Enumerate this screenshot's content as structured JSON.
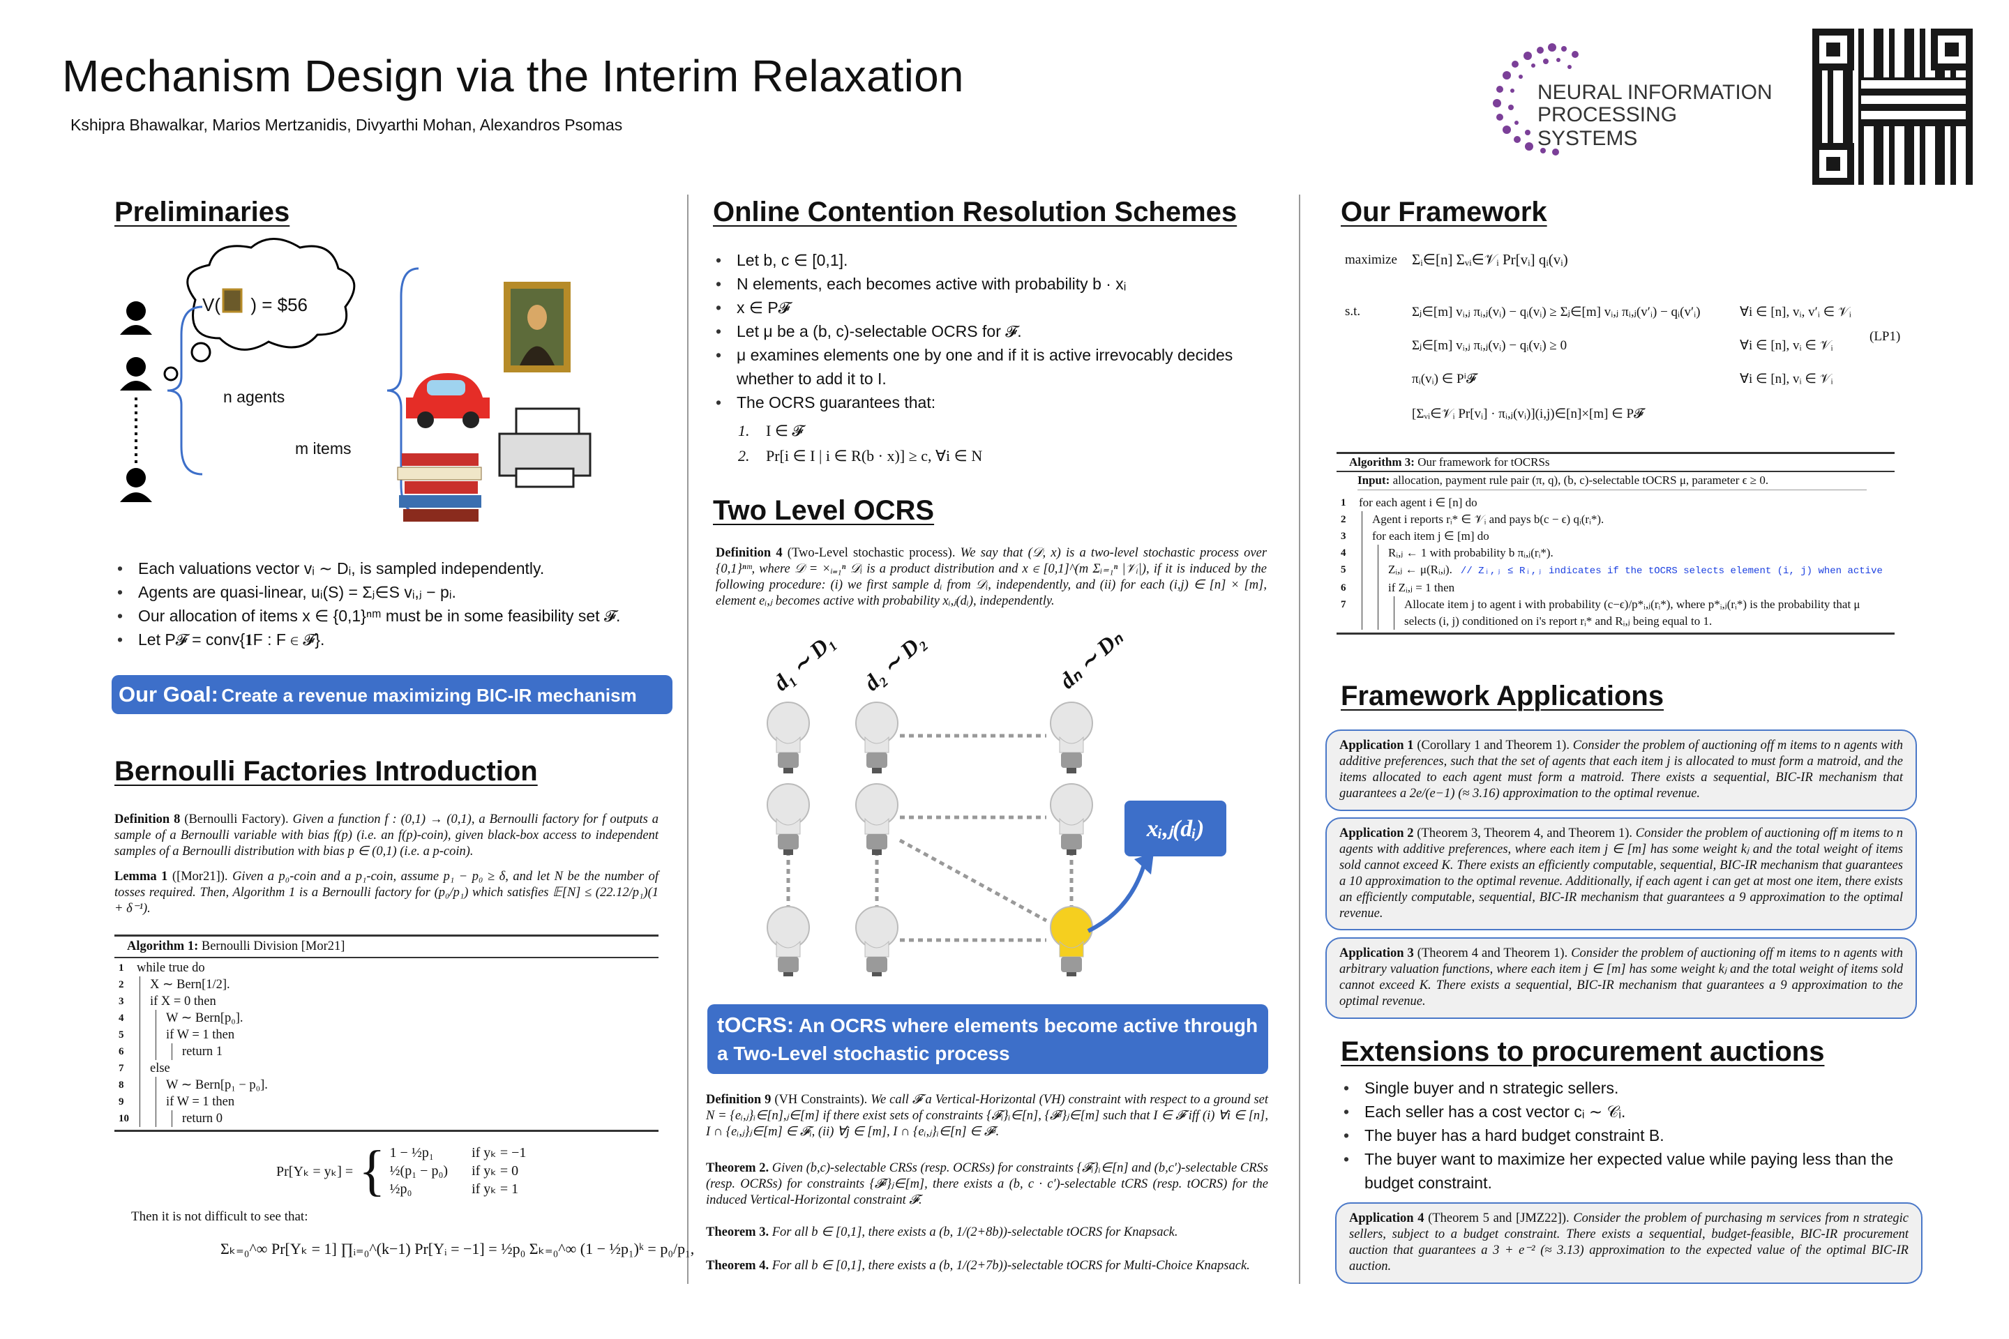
{
  "header": {
    "title": "Mechanism Design via the Interim Relaxation",
    "authors": "Kshipra Bhawalkar, Marios Mertzanidis, Divyarthi Mohan, Alexandros Psomas",
    "logo_text_line1": "NEURAL INFORMATION",
    "logo_text_line2": "PROCESSING SYSTEMS",
    "qr_icon": "qr-code-icon"
  },
  "colors": {
    "accent_blue": "#3d6fc9",
    "box_border": "#4a78c8",
    "logo_purple": "#7b3f98",
    "bulb_yellow": "#f5cf1f"
  },
  "preliminaries": {
    "heading": "Preliminaries",
    "figure": {
      "thought": "V(      ) = $56",
      "agents_label": "n agents",
      "items_label": "m items"
    },
    "bullets": [
      "Each valuations vector vᵢ ∼ Dᵢ, is sampled independently.",
      "Agents are quasi-linear, uᵢ(S) = Σⱼ∈S vᵢ,ⱼ − pᵢ.",
      "Our allocation of items x ∈ {0,1}ⁿᵐ must be in some feasibility set 𝓕.",
      "Let P𝓕 = conv{𝟏F : F ∈ 𝓕}."
    ],
    "goal_label": "Our Goal:",
    "goal_text": "Create a revenue maximizing BIC-IR mechanism"
  },
  "bernoulli": {
    "heading": "Bernoulli Factories Introduction",
    "def8_label": "Definition 8",
    "def8_name": "(Bernoulli Factory).",
    "def8_text": "Given a function f : (0,1) → (0,1), a Bernoulli factory for f outputs a sample of a Bernoulli variable with bias f(p) (i.e. an f(p)-coin), given black-box access to independent samples of a Bernoulli distribution with bias p ∈ (0,1) (i.e. a p-coin).",
    "lemma1_label": "Lemma 1",
    "lemma1_name": "([Mor21]).",
    "lemma1_text": "Given a p₀-coin and a p₁-coin, assume p₁ − p₀ ≥ δ, and let N be the number of tosses required. Then, Algorithm 1 is a Bernoulli factory for (p₀/p₁) which satisfies 𝔼[N] ≤ (22.12/p₁)(1 + δ⁻¹).",
    "algo_label": "Algorithm 1:",
    "algo_title": "Bernoulli Division [Mor21]",
    "algo_lines": [
      {
        "n": "1",
        "indent": 0,
        "text": "while true do"
      },
      {
        "n": "2",
        "indent": 1,
        "text": "X ∼ Bern[1/2]."
      },
      {
        "n": "3",
        "indent": 1,
        "text": "if X = 0 then"
      },
      {
        "n": "4",
        "indent": 2,
        "text": "W ∼ Bern[p₀]."
      },
      {
        "n": "5",
        "indent": 2,
        "text": "if W = 1 then"
      },
      {
        "n": "6",
        "indent": 3,
        "text": "return 1"
      },
      {
        "n": "7",
        "indent": 1,
        "text": "else"
      },
      {
        "n": "8",
        "indent": 2,
        "text": "W ∼ Bern[p₁ − p₀]."
      },
      {
        "n": "9",
        "indent": 2,
        "text": "if W = 1 then"
      },
      {
        "n": "10",
        "indent": 3,
        "text": "return 0"
      }
    ],
    "pr_lhs": "Pr[Yₖ = yₖ] =",
    "pr_cases": [
      {
        "val": "1 − ½p₁",
        "cond": "if yₖ = −1"
      },
      {
        "val": "½(p₁ − p₀)",
        "cond": "if yₖ = 0"
      },
      {
        "val": "½p₀",
        "cond": "if yₖ = 1"
      }
    ],
    "then_text": "Then it is not difficult to see that:",
    "sum_formula": "Σₖ₌₀^∞ Pr[Yₖ = 1] ∏ᵢ₌₀^(k−1) Pr[Yᵢ = −1] = ½p₀ Σₖ₌₀^∞ (1 − ½p₁)ᵏ = p₀/p₁,"
  },
  "ocrs": {
    "heading": "Online Contention Resolution Schemes",
    "bullets": [
      "Let b, c ∈ [0,1].",
      "N elements, each becomes active with probability b · xᵢ",
      "x ∈ P𝓕",
      "Let μ be a (b, c)-selectable OCRS for 𝓕.",
      "μ examines elements one by one and if it is active irrevocably decides whether to add it to I.",
      "The OCRS guarantees that:"
    ],
    "sub_items": [
      {
        "n": "1.",
        "text": "I ∈ 𝓕"
      },
      {
        "n": "2.",
        "text": "Pr[i ∈ I | i ∈ R(b · x)] ≥ c, ∀i ∈ N"
      }
    ]
  },
  "two_level": {
    "heading": "Two Level OCRS",
    "def4_label": "Definition 4",
    "def4_name": "(Two-Level stochastic process).",
    "def4_text": "We say that (𝒟, x) is a two-level stochastic process over {0,1}ⁿᵐ, where 𝒟 = ×ᵢ₌₁ⁿ 𝒟ᵢ is a product distribution and x ∈ [0,1]^(m Σᵢ₌₁ⁿ |𝒱ᵢ|), if it is induced by the following procedure: (i) we first sample dᵢ from 𝒟ᵢ, independently, and (ii) for each (i,j) ∈ [n] × [m], element eᵢ,ⱼ becomes active with probability xᵢ,ⱼ(dᵢ), independently.",
    "figure": {
      "col_labels": [
        "d₁ ∼ D₁",
        "d₂ ∼ D₂",
        "dₙ ∼ Dₙ"
      ],
      "callout": "xᵢ,ⱼ(dᵢ)"
    },
    "tocrs_label": "tOCRS:",
    "tocrs_text": "An OCRS where elements become active through a Two-Level stochastic process",
    "def9_label": "Definition 9",
    "def9_name": "(VH Constraints).",
    "def9_text": "We call 𝓕 a Vertical-Horizontal (VH) constraint with respect to a ground set N = {eᵢ,ⱼ}ᵢ∈[n],ⱼ∈[m] if there exist sets of constraints {𝓕ᵢ}ᵢ∈[n], {𝓕ʲ}ⱼ∈[m] such that I ∈ 𝓕 iff (i) ∀i ∈ [n], I ∩ {eᵢ,ⱼ}ⱼ∈[m] ∈ 𝓕ᵢ, (ii) ∀j ∈ [m], I ∩ {eᵢ,ⱼ}ᵢ∈[n] ∈ 𝓕ʲ.",
    "thm2_label": "Theorem 2.",
    "thm2_text": "Given (b,c)-selectable CRSs (resp. OCRSs) for constraints {𝓕ᵢ}ᵢ∈[n] and (b,c′)-selectable CRSs (resp. OCRSs) for constraints {𝓕ʲ}ⱼ∈[m], there exists a (b, c · c′)-selectable tCRS (resp. tOCRS) for the induced Vertical-Horizontal constraint 𝓕.",
    "thm3_label": "Theorem 3.",
    "thm3_text": "For all b ∈ [0,1], there exists a (b, 1/(2+8b))-selectable tOCRS for Knapsack.",
    "thm4_label": "Theorem 4.",
    "thm4_text": "For all b ∈ [0,1], there exists a (b, 1/(2+7b))-selectable tOCRS for Multi-Choice Knapsack."
  },
  "framework": {
    "heading": "Our Framework",
    "lp": {
      "maximize_label": "maximize",
      "objective": "Σᵢ∈[n] Σᵥᵢ∈𝒱ᵢ Pr[vᵢ] qᵢ(vᵢ)",
      "st_label": "s.t.",
      "constraints": [
        {
          "expr": "Σⱼ∈[m] vᵢ,ⱼ πᵢ,ⱼ(vᵢ) − qᵢ(vᵢ) ≥ Σⱼ∈[m] vᵢ,ⱼ πᵢ,ⱼ(v′ᵢ) − qᵢ(v′ᵢ)",
          "cond": "∀i ∈ [n], vᵢ, v′ᵢ ∈ 𝒱ᵢ"
        },
        {
          "expr": "Σⱼ∈[m] vᵢ,ⱼ πᵢ,ⱼ(vᵢ) − qᵢ(vᵢ) ≥ 0",
          "cond": "∀i ∈ [n], vᵢ ∈ 𝒱ᵢ"
        },
        {
          "expr": "πᵢ(vᵢ) ∈ Pⁱ𝓕",
          "cond": "∀i ∈ [n], vᵢ ∈ 𝒱ᵢ"
        },
        {
          "expr": "[Σᵥᵢ∈𝒱ᵢ Pr[vᵢ] · πᵢ,ⱼ(vᵢ)](i,j)∈[n]×[m] ∈ P𝓕",
          "cond": ""
        }
      ],
      "tag": "(LP1)"
    },
    "algo_label": "Algorithm 3:",
    "algo_title": "Our framework for tOCRSs",
    "algo_input_label": "Input:",
    "algo_input": "allocation, payment rule pair (π, q), (b, c)-selectable tOCRS μ, parameter ϵ ≥ 0.",
    "algo_lines": [
      {
        "n": "1",
        "indent": 0,
        "text": "for each agent i ∈ [n] do"
      },
      {
        "n": "2",
        "indent": 1,
        "text": "Agent i reports rᵢ* ∈ 𝒱ᵢ and pays b(c − ϵ) qᵢ(rᵢ*)."
      },
      {
        "n": "3",
        "indent": 1,
        "text": "for each item j ∈ [m] do"
      },
      {
        "n": "4",
        "indent": 2,
        "text": "Rᵢ,ⱼ ← 1 with probability b πᵢ,ⱼ(rᵢ*)."
      },
      {
        "n": "5",
        "indent": 2,
        "text": "Zᵢ,ⱼ ← μ(Rᵢ,ⱼ)."
      },
      {
        "n": "6",
        "indent": 2,
        "text": "if Zᵢ,ⱼ = 1 then"
      },
      {
        "n": "7",
        "indent": 3,
        "text": "Allocate item j to agent i with probability (c−ϵ)/p*ᵢ,ⱼ(rᵢ*), where p*ᵢ,ⱼ(rᵢ*) is the probability that μ selects (i, j) conditioned on i's report rᵢ* and Rᵢ,ⱼ being equal to 1."
      }
    ],
    "algo_comment": "// Zᵢ,ⱼ ≤ Rᵢ,ⱼ indicates if the tOCRS selects element (i, j) when active"
  },
  "applications": {
    "heading": "Framework Applications",
    "items": [
      {
        "label": "Application 1",
        "refs": "(Corollary 1 and Theorem 1).",
        "text": "Consider the problem of auctioning off m items to n agents with additive preferences, such that the set of agents that each item j is allocated to must form a matroid, and the items allocated to each agent must form a matroid. There exists a sequential, BIC-IR mechanism that guarantees a 2e/(e−1) (≈ 3.16) approximation to the optimal revenue."
      },
      {
        "label": "Application 2",
        "refs": "(Theorem 3, Theorem 4, and Theorem 1).",
        "text": "Consider the problem of auctioning off m items to n agents with additive preferences, where each item j ∈ [m] has some weight kⱼ and the total weight of items sold cannot exceed K. There exists an efficiently computable, sequential, BIC-IR mechanism that guarantees a 10 approximation to the optimal revenue. Additionally, if each agent i can get at most one item, there exists an efficiently computable, sequential, BIC-IR mechanism that guarantees a 9 approximation to the optimal revenue."
      },
      {
        "label": "Application 3",
        "refs": "(Theorem 4 and Theorem 1).",
        "text": "Consider the problem of auctioning off m items to n agents with arbitrary valuation functions, where each item j ∈ [m] has some weight kⱼ and the total weight of items sold cannot exceed K. There exists a sequential, BIC-IR mechanism that guarantees a 9 approximation to the optimal revenue."
      }
    ]
  },
  "extensions": {
    "heading": "Extensions to procurement auctions",
    "bullets": [
      "Single buyer and n strategic sellers.",
      "Each seller has a cost vector cᵢ ∼ 𝒞ᵢ.",
      "The buyer has a hard budget constraint B.",
      "The buyer want to maximize her expected value while paying less than the budget constraint."
    ],
    "app4": {
      "label": "Application 4",
      "refs": "(Theorem 5 and [JMZ22]).",
      "text": "Consider the problem of purchasing m services from n strategic sellers, subject to a budget constraint. There exists a sequential, budget-feasible, BIC-IR procurement auction that guarantees a 3 + e⁻² (≈ 3.13) approximation to the expected value of the optimal BIC-IR auction."
    }
  }
}
